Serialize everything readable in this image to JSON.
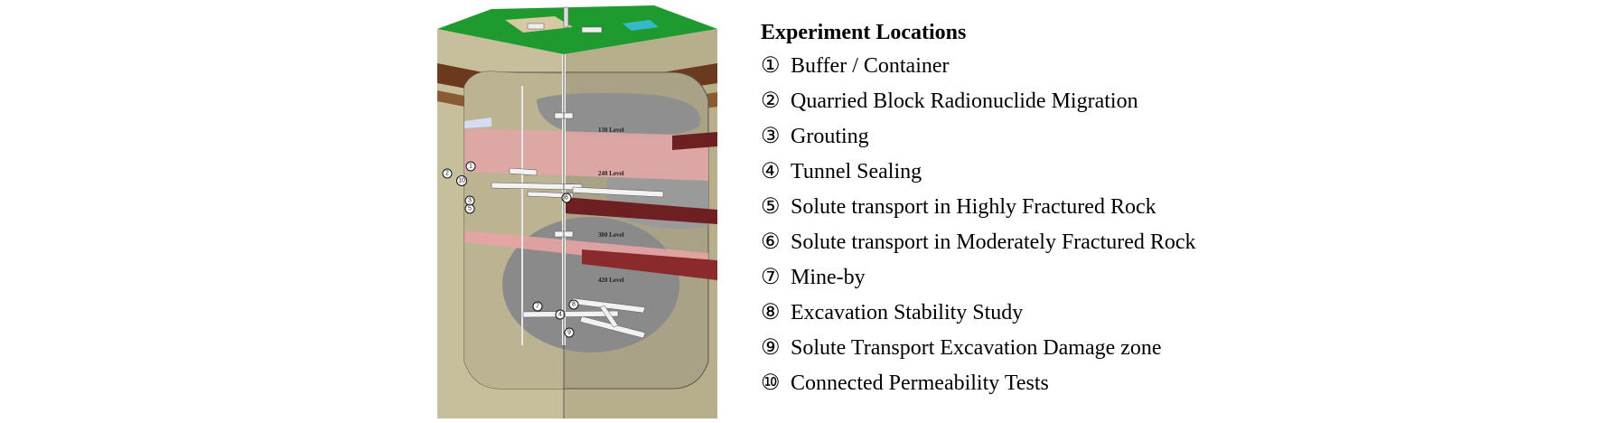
{
  "figure": {
    "levels": [
      "130 Level",
      "240 Level",
      "300 Level",
      "420 Level"
    ],
    "markers": [
      "1",
      "2",
      "3",
      "4",
      "5",
      "6",
      "7",
      "8",
      "9",
      "10"
    ]
  },
  "legend": {
    "title": "Experiment Locations",
    "items": [
      {
        "num": "①",
        "label": "Buffer / Container"
      },
      {
        "num": "②",
        "label": "Quarried Block Radionuclide Migration"
      },
      {
        "num": "③",
        "label": "Grouting"
      },
      {
        "num": "④",
        "label": "Tunnel Sealing"
      },
      {
        "num": "⑤",
        "label": "Solute transport in Highly Fractured Rock"
      },
      {
        "num": "⑥",
        "label": "Solute transport in Moderately Fractured Rock"
      },
      {
        "num": "⑦",
        "label": "Mine-by"
      },
      {
        "num": "⑧",
        "label": "Excavation Stability Study"
      },
      {
        "num": "⑨",
        "label": "Solute Transport Excavation Damage zone"
      },
      {
        "num": "⑩",
        "label": "Connected Permeability Tests"
      }
    ]
  },
  "colors": {
    "surface_green": "#1f9a2e",
    "rock_face": "#b9b08f",
    "brown_band": "#6b3a1d",
    "dark_red_band": "#6e1f22",
    "pink_zone": "#e0a6a6",
    "grey_zone": "#8f8f8f"
  }
}
